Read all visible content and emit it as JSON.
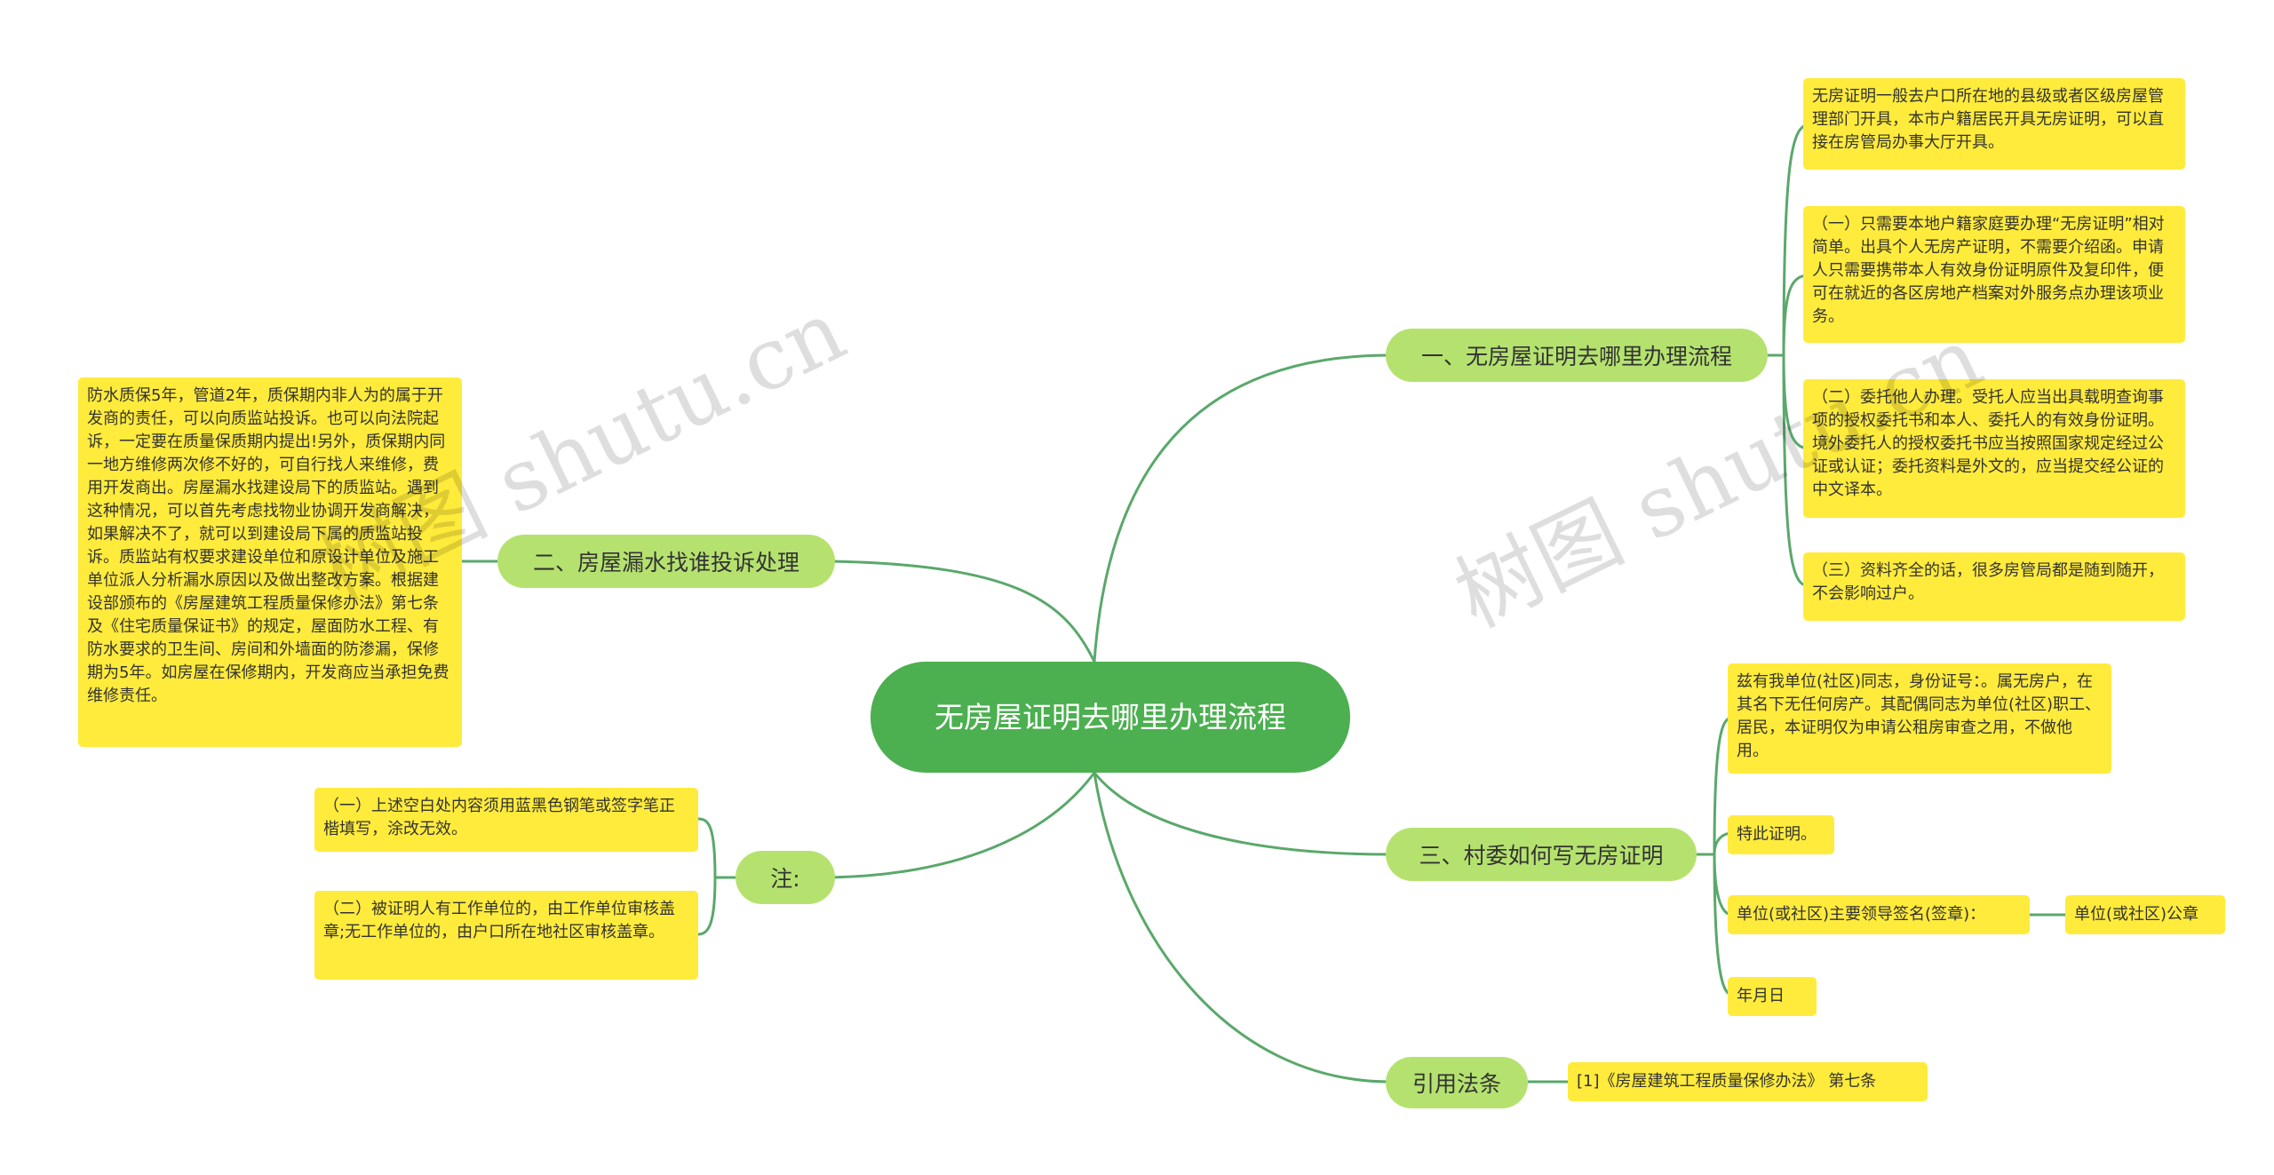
{
  "root": {
    "label": "无房屋证明去哪里办理流程"
  },
  "branches": {
    "b1": {
      "label": "一、无房屋证明去哪里办理流程",
      "children": [
        "无房证明一般去户口所在地的县级或者区级房屋管理部门开具，本市户籍居民开具无房证明，可以直接在房管局办事大厅开具。",
        "（一）只需要本地户籍家庭要办理“无房证明”相对简单。出具个人无房产证明，不需要介绍函。申请人只需要携带本人有效身份证明原件及复印件，便可在就近的各区房地产档案对外服务点办理该项业务。",
        "（二）委托他人办理。受托人应当出具载明查询事项的授权委托书和本人、委托人的有效身份证明。境外委托人的授权委托书应当按照国家规定经过公证或认证；委托资料是外文的，应当提交经公证的中文译本。",
        "（三）资料齐全的话，很多房管局都是随到随开，不会影响过户。"
      ]
    },
    "b2": {
      "label": "二、房屋漏水找谁投诉处理",
      "children": [
        "防水质保5年，管道2年，质保期内非人为的属于开发商的责任，可以向质监站投诉。也可以向法院起诉，一定要在质量保质期内提出!另外，质保期内同一地方维修两次修不好的，可自行找人来维修，费用开发商出。房屋漏水找建设局下的质监站。遇到这种情况，可以首先考虑找物业协调开发商解决，如果解决不了，就可以到建设局下属的质监站投诉。质监站有权要求建设单位和原设计单位及施工单位派人分析漏水原因以及做出整改方案。根据建设部颁布的《房屋建筑工程质量保修办法》第七条及《住宅质量保证书》的规定，屋面防水工程、有防水要求的卫生间、房间和外墙面的防渗漏，保修期为5年。如房屋在保修期内，开发商应当承担免费维修责任。"
      ]
    },
    "b3": {
      "label": "三、村委如何写无房证明",
      "children": [
        "兹有我单位(社区)同志，身份证号：。属无房户，在其名下无任何房产。其配偶同志为单位(社区)职工、居民，本证明仅为申请公租房审查之用，不做他用。",
        "特此证明。",
        "单位(或社区)主要领导签名(签章)：",
        "年月日"
      ],
      "grandchild": "单位(或社区)公章"
    },
    "b4": {
      "label": "注:",
      "children": [
        "（一）上述空白处内容须用蓝黑色钢笔或签字笔正楷填写，涂改无效。",
        "（二）被证明人有工作单位的，由工作单位审核盖章;无工作单位的，由户口所在地社区审核盖章。"
      ]
    },
    "b5": {
      "label": "引用法条",
      "children": [
        "[1]《房屋建筑工程质量保修办法》 第七条"
      ]
    }
  },
  "watermarks": [
    "树图 shutu.cn",
    "树图 shutu.cn"
  ],
  "colors": {
    "root": "#4caf50",
    "branch": "#b5e26f",
    "leaf": "#ffeb3b",
    "line": "#5aa86b"
  }
}
